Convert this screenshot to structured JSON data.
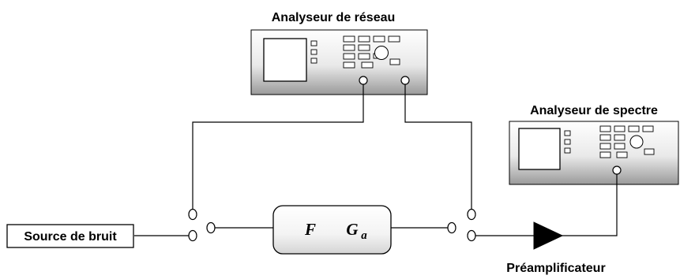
{
  "network_analyzer": {
    "label": "Analyseur de réseau"
  },
  "spectrum_analyzer": {
    "label": "Analyseur de spectre"
  },
  "noise_source": {
    "label": "Source de bruit"
  },
  "dut": {
    "symbol_f": "F",
    "symbol_g": "G",
    "symbol_g_sub": "a"
  },
  "preamplifier": {
    "label": "Préamplificateur"
  }
}
